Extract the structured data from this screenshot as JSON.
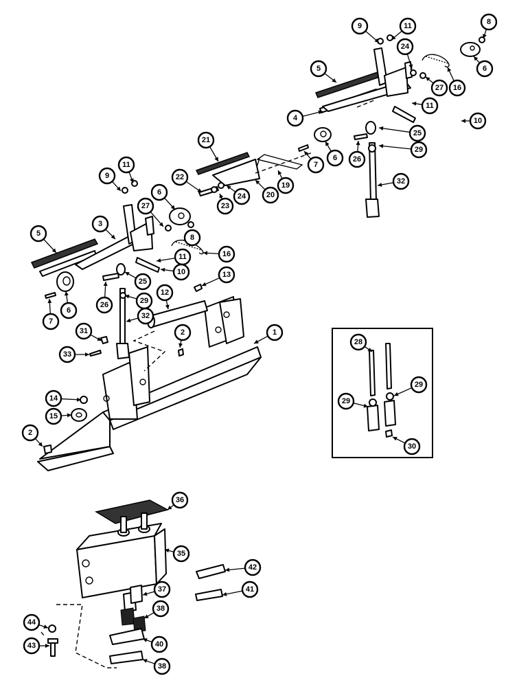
{
  "callouts": [
    {
      "id": "c-9a",
      "label": "9"
    },
    {
      "id": "c-11a",
      "label": "11"
    },
    {
      "id": "c-8a",
      "label": "8"
    },
    {
      "id": "c-24a",
      "label": "24"
    },
    {
      "id": "c-6a",
      "label": "6"
    },
    {
      "id": "c-5a",
      "label": "5"
    },
    {
      "id": "c-27a",
      "label": "27"
    },
    {
      "id": "c-16a",
      "label": "16"
    },
    {
      "id": "c-4",
      "label": "4"
    },
    {
      "id": "c-11b",
      "label": "11"
    },
    {
      "id": "c-10a",
      "label": "10"
    },
    {
      "id": "c-25a",
      "label": "25"
    },
    {
      "id": "c-26a",
      "label": "26"
    },
    {
      "id": "c-29a",
      "label": "29"
    },
    {
      "id": "c-7a",
      "label": "7"
    },
    {
      "id": "c-6b",
      "label": "6"
    },
    {
      "id": "c-21",
      "label": "21"
    },
    {
      "id": "c-32a",
      "label": "32"
    },
    {
      "id": "c-19",
      "label": "19"
    },
    {
      "id": "c-20",
      "label": "20"
    },
    {
      "id": "c-24b",
      "label": "24"
    },
    {
      "id": "c-23",
      "label": "23"
    },
    {
      "id": "c-22",
      "label": "22"
    },
    {
      "id": "c-9b",
      "label": "9"
    },
    {
      "id": "c-11c",
      "label": "11"
    },
    {
      "id": "c-6c",
      "label": "6"
    },
    {
      "id": "c-27b",
      "label": "27"
    },
    {
      "id": "c-8b",
      "label": "8"
    },
    {
      "id": "c-5b",
      "label": "5"
    },
    {
      "id": "c-3",
      "label": "3"
    },
    {
      "id": "c-16b",
      "label": "16"
    },
    {
      "id": "c-11d",
      "label": "11"
    },
    {
      "id": "c-10b",
      "label": "10"
    },
    {
      "id": "c-25b",
      "label": "25"
    },
    {
      "id": "c-26b",
      "label": "26"
    },
    {
      "id": "c-29b",
      "label": "29"
    },
    {
      "id": "c-7b",
      "label": "7"
    },
    {
      "id": "c-6d",
      "label": "6"
    },
    {
      "id": "c-13",
      "label": "13"
    },
    {
      "id": "c-12",
      "label": "12"
    },
    {
      "id": "c-32b",
      "label": "32"
    },
    {
      "id": "c-31",
      "label": "31"
    },
    {
      "id": "c-2a",
      "label": "2"
    },
    {
      "id": "c-1",
      "label": "1"
    },
    {
      "id": "c-33",
      "label": "33"
    },
    {
      "id": "c-14",
      "label": "14"
    },
    {
      "id": "c-15",
      "label": "15"
    },
    {
      "id": "c-2b",
      "label": "2"
    },
    {
      "id": "c-28",
      "label": "28"
    },
    {
      "id": "c-29c",
      "label": "29"
    },
    {
      "id": "c-29d",
      "label": "29"
    },
    {
      "id": "c-30",
      "label": "30"
    },
    {
      "id": "c-36",
      "label": "36"
    },
    {
      "id": "c-35",
      "label": "35"
    },
    {
      "id": "c-42",
      "label": "42"
    },
    {
      "id": "c-41",
      "label": "41"
    },
    {
      "id": "c-37",
      "label": "37"
    },
    {
      "id": "c-38a",
      "label": "38"
    },
    {
      "id": "c-44",
      "label": "44"
    },
    {
      "id": "c-40",
      "label": "40"
    },
    {
      "id": "c-43",
      "label": "43"
    },
    {
      "id": "c-38b",
      "label": "38"
    }
  ]
}
